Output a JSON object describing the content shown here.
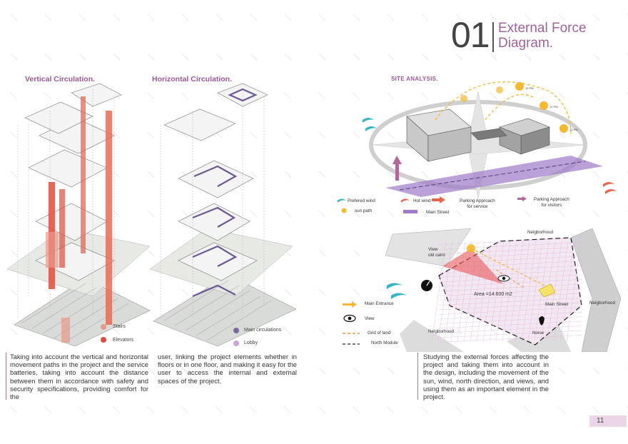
{
  "header": {
    "number": "01",
    "title_line1": "External Force",
    "title_line2": "Diagram."
  },
  "vertical": {
    "title": "Vertical Circulation.",
    "legend": [
      {
        "label": "Stairs",
        "color": "#e8998a"
      },
      {
        "label": "Elevators",
        "color": "#e04a3a"
      }
    ]
  },
  "horizontal": {
    "title": "Horizontal Circulation.",
    "legend": [
      {
        "label": "Main circulations",
        "color": "#7a6aa0"
      },
      {
        "label": "Lobby",
        "color": "#c9a4d6"
      }
    ]
  },
  "site": {
    "title": "SITE ANALYSIS.",
    "sun_labels": [
      "12 PM",
      "12 PM",
      "12 PM"
    ],
    "legend": {
      "prefered_wind": "Prefered wind",
      "hot_wind": "Hot wind",
      "parking_service": "Parking Approach\nfor service",
      "parking_visitors": "Parking Approach\nfor visitors",
      "sun_path": "sun path",
      "main_street": "Main Street"
    },
    "colors": {
      "accent": "#b4659e",
      "sun": "#f5b82e",
      "hot": "#e8644a",
      "wind": "#35b4c6",
      "street": "#9d7bc8"
    }
  },
  "plan": {
    "neighborhood_top": "Neigborhood",
    "neighborhood_right": "Neigborhood",
    "neighborhood_bottom": "Neigborhood",
    "view_label": "View\nold cairo",
    "area": "Area =14.600 m2",
    "main_street": "Main Street",
    "noise": "Noise",
    "legend": {
      "main_entrance": "Main Entrance",
      "view": "View",
      "grid": "Grid of land",
      "north_module": "North Module"
    }
  },
  "paragraphs": {
    "left": "Taking into account the vertical and horizontal movement paths in the project and the service batteries, taking into account the distance between them in accordance with safety and security specifications, providing comfort for the",
    "middle": "user, linking the project elements whether in floors or in one floor, and making it easy for the user to access the internal and external spaces of the project.",
    "right": "Studying the external forces affecting the project and taking them into account in the design, including the movement of the sun, wind, north direction, and views, and using them as an important element in the project."
  },
  "page_number": "11"
}
